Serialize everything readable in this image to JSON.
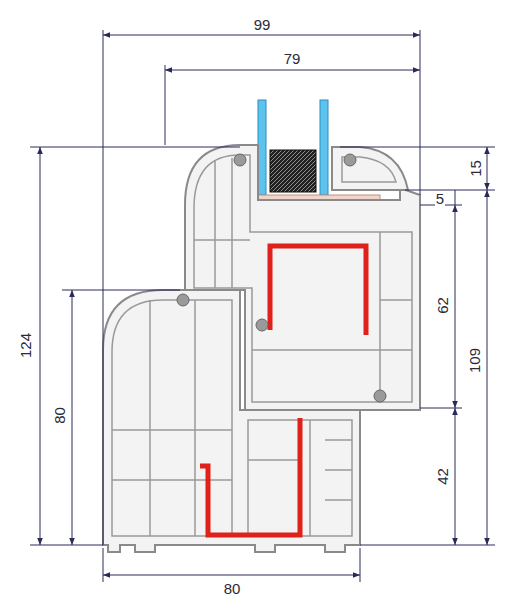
{
  "diagram": {
    "labels": [
      "99",
      "79",
      "124",
      "80",
      "15",
      "5",
      "62",
      "109",
      "42",
      "80"
    ]
  }
}
